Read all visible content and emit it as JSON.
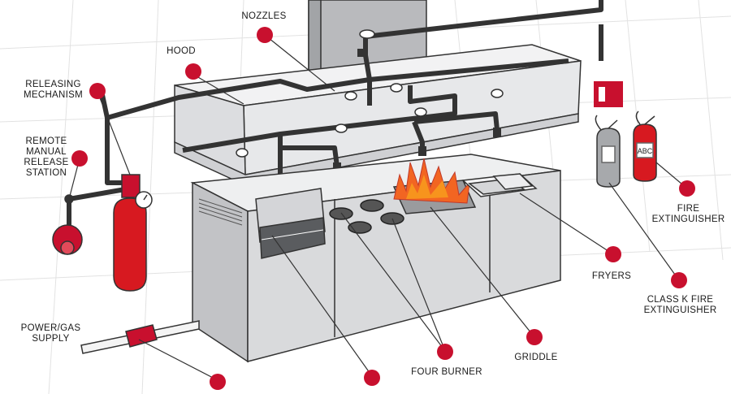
{
  "labels": {
    "nozzles": "NOZZLES",
    "hood": "HOOD",
    "releasing_mechanism": "RELEASING\nMECHANISM",
    "remote_manual_release_station": "REMOTE\nMANUAL\nRELEASE\nSTATION",
    "power_gas_supply": "POWER/GAS\nSUPPLY",
    "four_burner": "FOUR BURNER",
    "griddle": "GRIDDLE",
    "fryers": "FRYERS",
    "class_k_fire_extinguisher": "CLASS K FIRE\nEXTINGUISHER",
    "fire_extinguisher": "FIRE\nEXTINGUISHER",
    "abc_tag": "ABC"
  },
  "colors": {
    "marker": "#c8102e",
    "pipe": "#333333",
    "steel": "#d9dadc",
    "steel_dark": "#b4b6b9",
    "flame_outer": "#f26522",
    "flame_inner": "#f7941d",
    "cylinder": "#d71920",
    "extinguisher_gray": "#a7a9ac"
  }
}
